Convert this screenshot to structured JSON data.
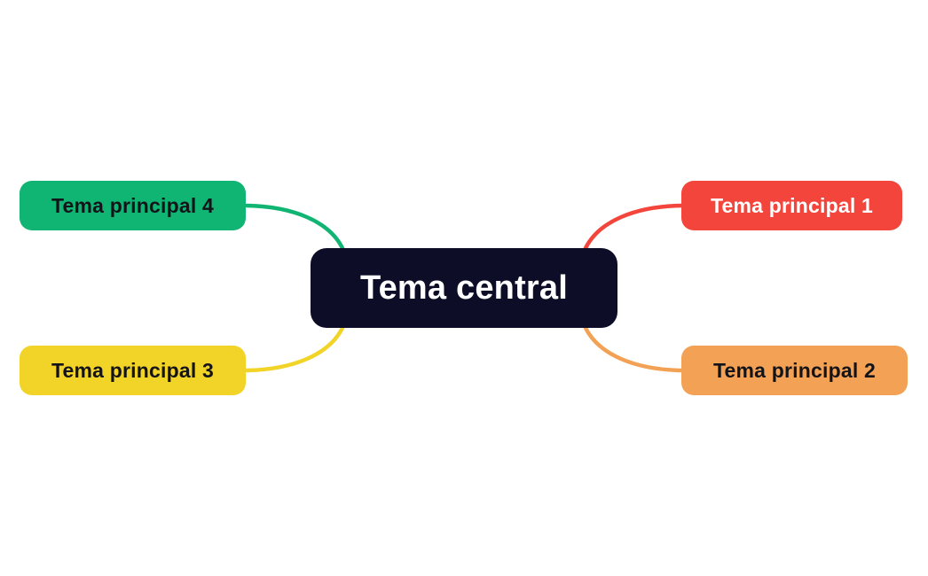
{
  "diagram": {
    "background_color": "#ffffff",
    "central": {
      "label": "Tema central",
      "bg_color": "#0d0d28",
      "text_color": "#ffffff"
    },
    "branches": [
      {
        "label": "Tema principal 1",
        "position": "top-right",
        "bg_color": "#f4453c",
        "text_color": "#ffffff",
        "connector_color": "#f4453c"
      },
      {
        "label": "Tema principal 2",
        "position": "bottom-right",
        "bg_color": "#f2a155",
        "text_color": "#13131a",
        "connector_color": "#f2a155"
      },
      {
        "label": "Tema principal 3",
        "position": "bottom-left",
        "bg_color": "#f2d327",
        "text_color": "#13131a",
        "connector_color": "#f2d327"
      },
      {
        "label": "Tema principal 4",
        "position": "top-left",
        "bg_color": "#10b573",
        "text_color": "#13131a",
        "connector_color": "#10b573"
      }
    ]
  }
}
